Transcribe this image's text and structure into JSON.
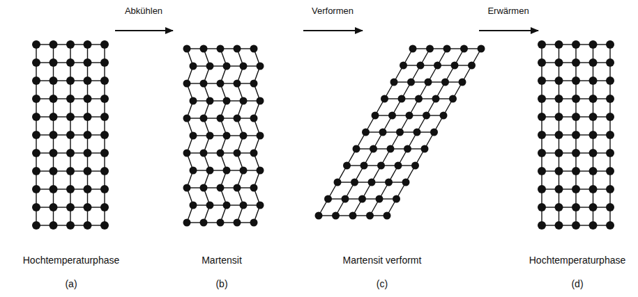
{
  "diagram": {
    "labels": [
      "Abkühlen",
      "Verformen",
      "Erwärmen",
      "Hochtemperaturphase",
      "Martensit",
      "Martensit verformt",
      "Hochtemperaturphase",
      "(a)",
      "(b)",
      "(c)",
      "(d)"
    ]
  }
}
